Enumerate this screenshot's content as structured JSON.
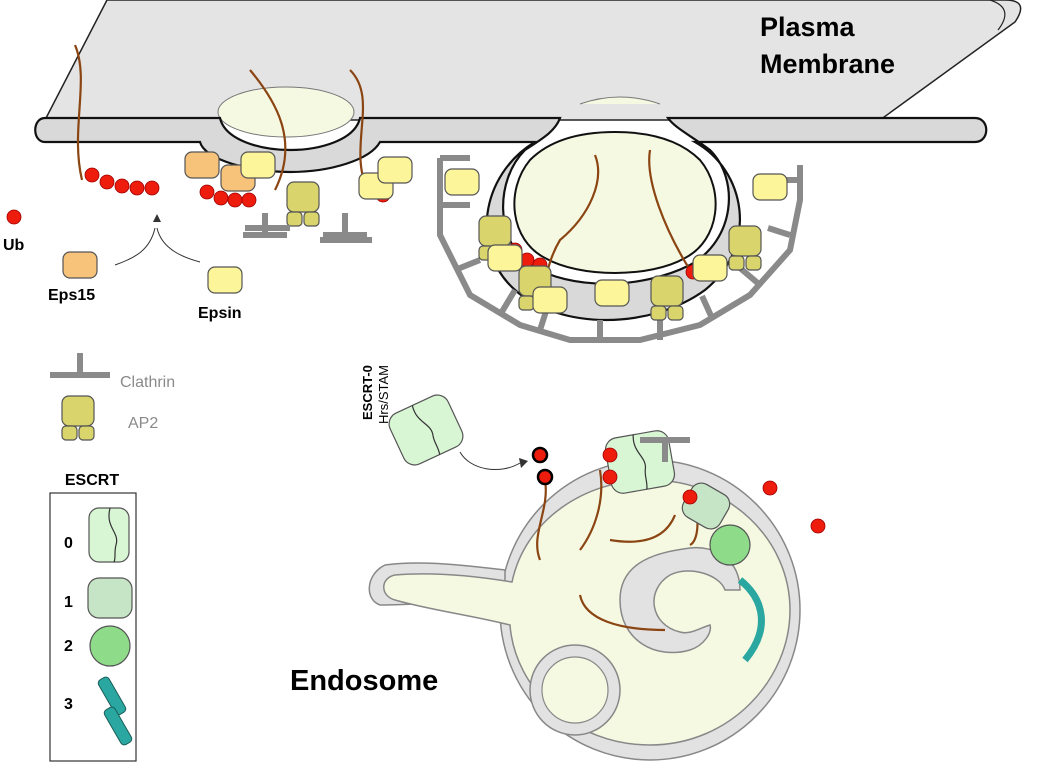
{
  "labels": {
    "plasma_membrane_line1": "Plasma",
    "plasma_membrane_line2": "Membrane",
    "ub": "Ub",
    "eps15": "Eps15",
    "epsin": "Epsin",
    "clathrin": "Clathrin",
    "ap2": "AP2",
    "escrt0_title": "ESCRT-0",
    "escrt0_sub": "Hrs/STAM",
    "endosome": "Endosome"
  },
  "escrt_legend": {
    "title": "ESCRT",
    "items": [
      "0",
      "1",
      "2",
      "3"
    ]
  },
  "colors": {
    "membrane_fill": "#e4e4e4",
    "membrane_stroke": "#000000",
    "lumen": "#f6f9e2",
    "ubiquitin": "#ee1c0c",
    "cargo": "#8b4513",
    "clathrin": "#8a8a8a",
    "ap2": "#d9d56c",
    "epsin": "#fdf59a",
    "eps15": "#f7c27a",
    "escrt0": "#d8f5d4",
    "escrt1": "#c6e4c6",
    "escrt2": "#8edc8a",
    "escrt3": "#2aa7a0"
  }
}
